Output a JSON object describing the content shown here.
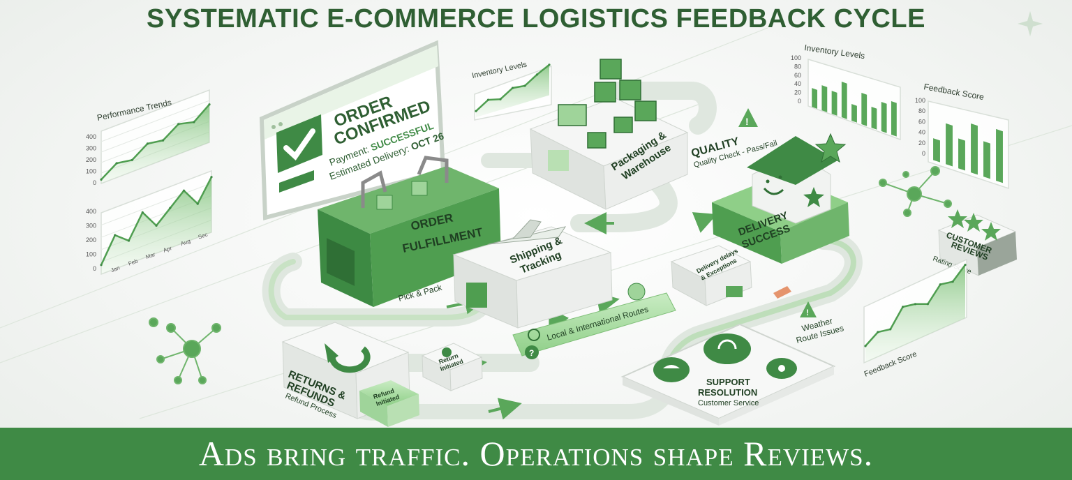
{
  "title": "SYSTEMATIC E-COMMERCE LOGISTICS FEEDBACK CYCLE",
  "footer_tagline": "Ads bring traffic. Operations shape Reviews.",
  "colors": {
    "brand_green": "#3f8a45",
    "dark_green": "#2f5f33",
    "light_green": "#9fd49a",
    "banner": "#3f8a45"
  },
  "order_card": {
    "headline_1": "ORDER",
    "headline_2": "CONFIRMED",
    "payment_label": "Payment:",
    "payment_value": "SUCCESSFUL",
    "delivery_label": "Estimated Delivery:",
    "delivery_value": "OCT 26",
    "icon": "check-icon"
  },
  "nodes": {
    "fulfillment": {
      "line1": "ORDER",
      "line2": "FULFILLMENT",
      "caption": "Pick & Pack"
    },
    "packaging": {
      "line1": "Packaging &",
      "line2": "Warehouse"
    },
    "quality": {
      "title": "QUALITY",
      "caption": "Quality Check - Pass/Fail"
    },
    "shipping": {
      "line1": "Shipping &",
      "line2": "Tracking"
    },
    "routes": {
      "label": "Local & International Routes"
    },
    "delivery": {
      "line1": "DELIVERY",
      "line2": "SUCCESS"
    },
    "exceptions": {
      "line1": "Delivery delays",
      "line2": "& Exceptions"
    },
    "weather": {
      "line1": "Weather",
      "line2": "Route Issues"
    },
    "returns": {
      "line1": "RETURNS &",
      "line2": "REFUNDS",
      "caption": "Refund Process"
    },
    "return_initiated": {
      "line1": "Return",
      "line2": "Initiated"
    },
    "refund_initiated": {
      "line1": "Refund",
      "line2": "Initiated"
    },
    "support": {
      "line1": "SUPPORT",
      "line2": "RESOLUTION",
      "caption": "Customer Service"
    },
    "reviews": {
      "line1": "CUSTOMER",
      "line2": "REVIEWS",
      "caption": "Rating Score"
    }
  },
  "charts": {
    "performance": {
      "title": "Performance Trends",
      "ticks": [
        "400",
        "300",
        "200",
        "100",
        "0"
      ],
      "values": [
        30,
        110,
        90,
        170,
        150,
        230,
        200,
        290
      ]
    },
    "performance_lower": {
      "ticks": [
        "400",
        "300",
        "200",
        "100",
        "0"
      ],
      "months": [
        "Jan",
        "Feb",
        "Mar",
        "Apr",
        "Aug",
        "Sec"
      ],
      "values": [
        60,
        220,
        150,
        300,
        180,
        260,
        340,
        220,
        360
      ]
    },
    "inventory_small": {
      "title": "Inventory Levels",
      "values": [
        20,
        45,
        35,
        60,
        55,
        80,
        100
      ]
    },
    "inventory_bars": {
      "title": "Inventory Levels",
      "ticks": [
        "100",
        "80",
        "60",
        "40",
        "20",
        "0"
      ],
      "values": [
        45,
        60,
        55,
        85,
        40,
        75,
        50,
        70,
        80
      ]
    },
    "feedback_bars": {
      "title": "Feedback Score",
      "ticks": [
        "100",
        "80",
        "60",
        "40",
        "20",
        "0"
      ],
      "values": [
        40,
        75,
        55,
        90,
        65,
        95
      ]
    },
    "feedback_area": {
      "title": "Feedback Score",
      "values": [
        30,
        45,
        40,
        70,
        65,
        55,
        80,
        75,
        95
      ]
    }
  }
}
